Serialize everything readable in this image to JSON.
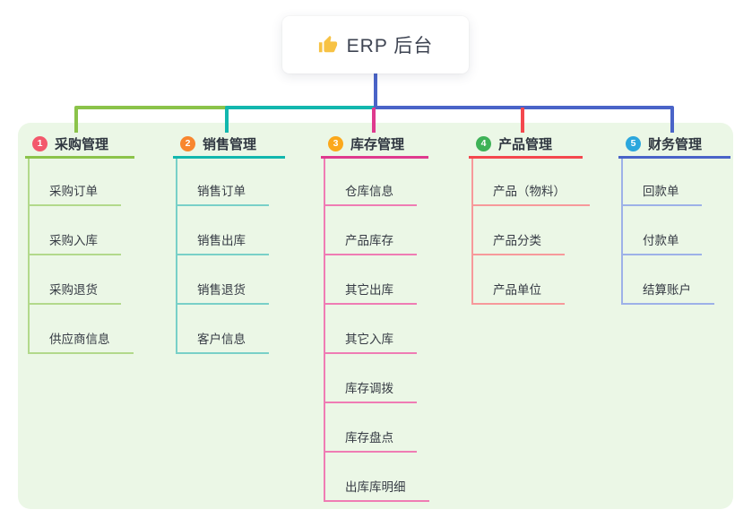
{
  "root": {
    "label": "ERP 后台",
    "icon": "thumbs-up-icon",
    "icon_color": "#f7c244"
  },
  "branches": [
    {
      "num": "1",
      "label": "采购管理",
      "badge_color": "#f3586c",
      "line_color": "#8bc34a",
      "child_line_color": "#b2d98b",
      "children": [
        "采购订单",
        "采购入库",
        "采购退货",
        "供应商信息"
      ]
    },
    {
      "num": "2",
      "label": "销售管理",
      "badge_color": "#f8862e",
      "line_color": "#12b7ae",
      "child_line_color": "#79d0c8",
      "children": [
        "销售订单",
        "销售出库",
        "销售退货",
        "客户信息"
      ]
    },
    {
      "num": "3",
      "label": "库存管理",
      "badge_color": "#fba81b",
      "line_color": "#df3a8e",
      "child_line_color": "#ef7cb4",
      "children": [
        "仓库信息",
        "产品库存",
        "其它出库",
        "其它入库",
        "库存调拨",
        "库存盘点",
        "出库库明细"
      ]
    },
    {
      "num": "4",
      "label": "产品管理",
      "badge_color": "#3eb257",
      "line_color": "#f4484e",
      "child_line_color": "#f7999b",
      "children": [
        "产品（物料）",
        "产品分类",
        "产品单位"
      ]
    },
    {
      "num": "5",
      "label": "财务管理",
      "badge_color": "#2ba7dd",
      "line_color": "#4a64c8",
      "child_line_color": "#9db1e8",
      "children": [
        "回款单",
        "付款单",
        "结算账户"
      ]
    }
  ],
  "colors": {
    "panel_bg": "#ebf7e6",
    "root_stem": "#4a64c8",
    "text": "#2f3640"
  }
}
